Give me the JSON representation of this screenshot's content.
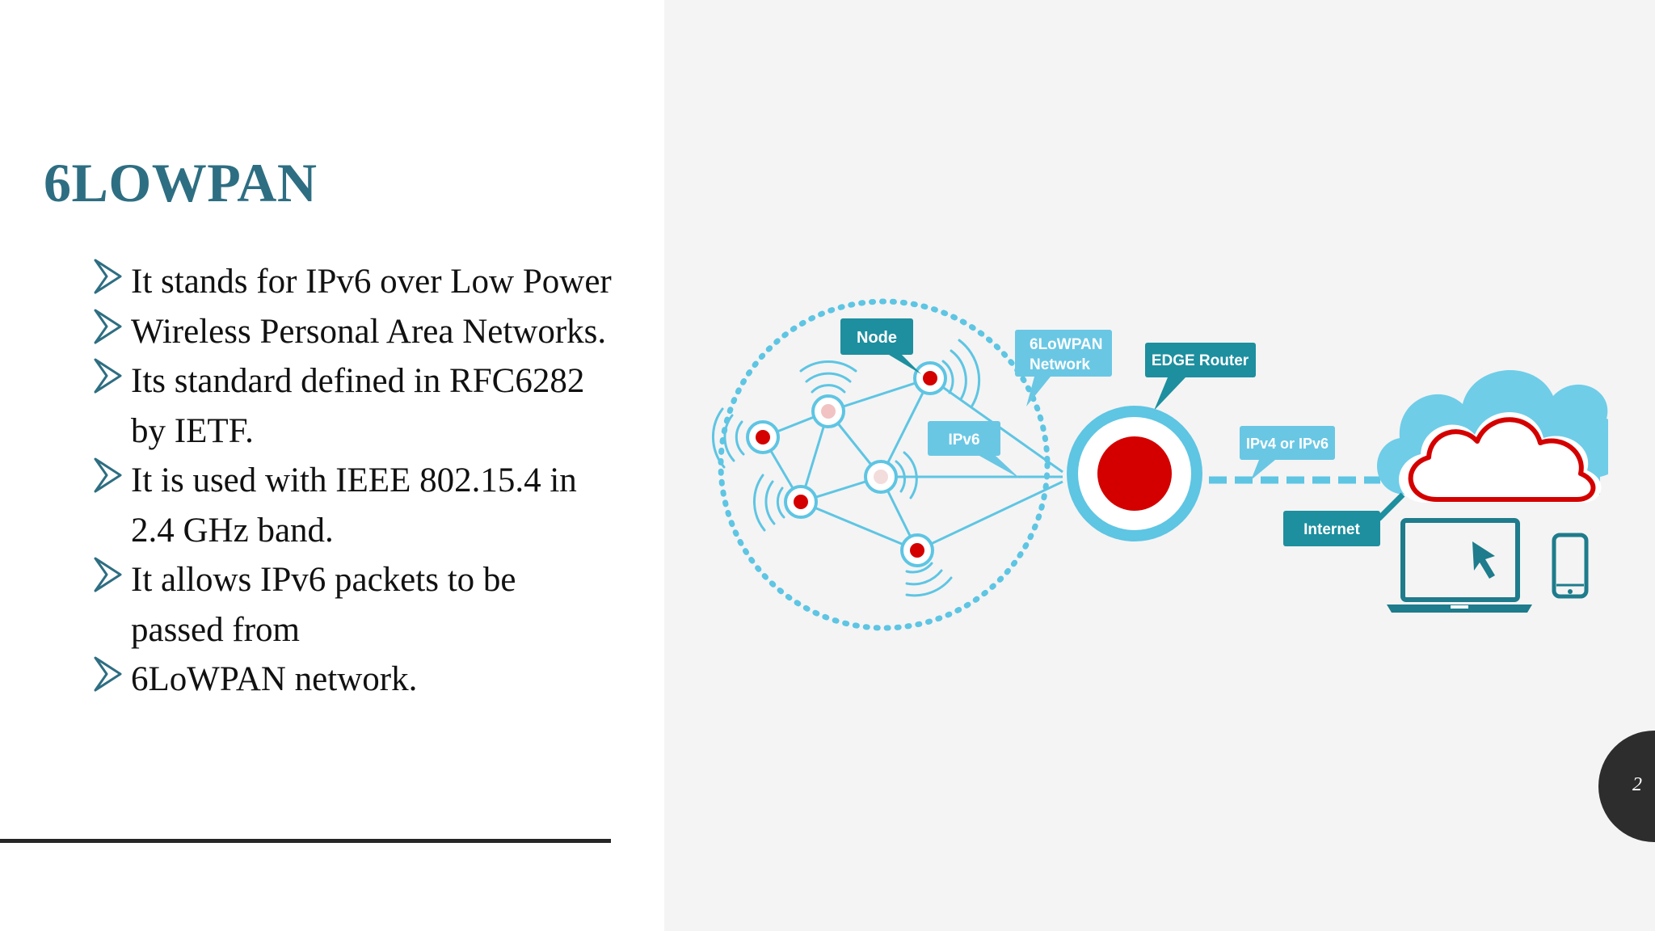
{
  "slide": {
    "title": "6LOWPAN",
    "bullets": [
      {
        "lines": [
          "It stands for IPv6 over Low Power"
        ]
      },
      {
        "lines": [
          "Wireless Personal Area Networks."
        ]
      },
      {
        "lines": [
          "Its standard defined in RFC6282",
          "by IETF."
        ]
      },
      {
        "lines": [
          "It is used with IEEE 802.15.4 in",
          "2.4 GHz band."
        ]
      },
      {
        "lines": [
          "It allows IPv6 packets to be",
          "passed from"
        ]
      },
      {
        "lines": [
          "6LoWPAN network."
        ]
      }
    ],
    "page_number": "2"
  },
  "diagram": {
    "labels": {
      "node": "Node",
      "lowpan_line1": "6LoWPAN",
      "lowpan_line2": "Network",
      "edge_router": "EDGE Router",
      "ipv6": "IPv6",
      "ipv4_or_ipv6": "IPv4 or IPv6",
      "internet": "Internet"
    },
    "icons": [
      "sensor-node-icon",
      "edge-router-icon",
      "cloud-icon",
      "laptop-icon",
      "smartphone-icon",
      "cursor-icon"
    ]
  },
  "colors": {
    "title": "#2e6e82",
    "light_blue": "#5ec5e3",
    "label_blue": "#69c7e4",
    "teal_label": "#1d8f9f",
    "red": "#d40000",
    "dark_teal": "#1e7c8c",
    "badge": "#2d2d2d"
  }
}
